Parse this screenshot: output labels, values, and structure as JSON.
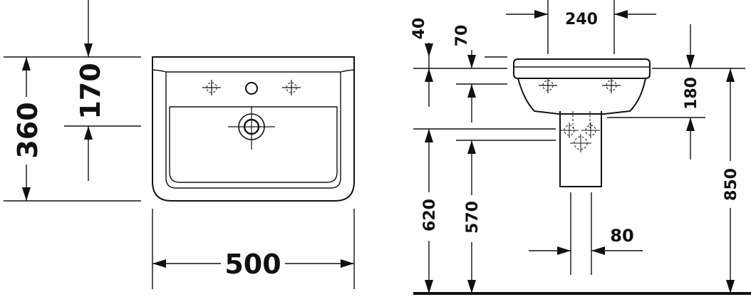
{
  "front_view": {
    "dim_overall_height": "360",
    "dim_basin_height": "170",
    "dim_width": "500"
  },
  "side_view": {
    "dim_tap_spacing": "240",
    "dim_rim": "40",
    "dim_rim_to_taphole": "70",
    "dim_bowl_depth": "180",
    "dim_floor_to_bowl": "620",
    "dim_floor_to_outlet": "570",
    "dim_floor_to_rim": "850",
    "dim_pedestal_width": "80"
  },
  "colors": {
    "line": "#111111",
    "background": "#ffffff"
  }
}
